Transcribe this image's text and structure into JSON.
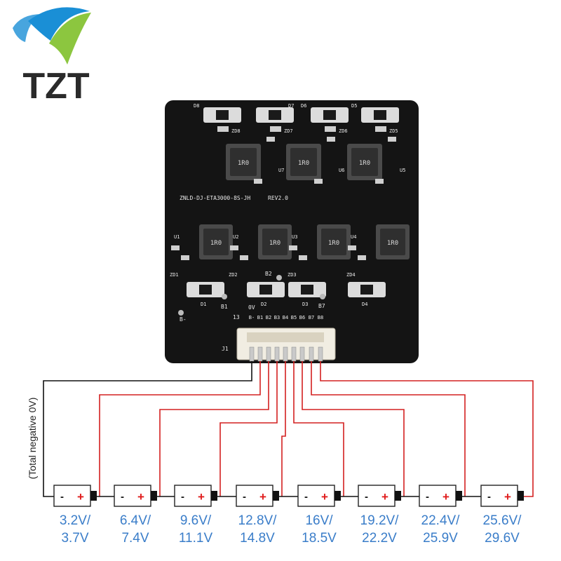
{
  "brand": {
    "name": "TZT"
  },
  "pcb": {
    "model": "ZNLD-DJ-ETA3000-8S-JH",
    "rev": "REV2.0",
    "inductor_marking": "1R0",
    "top_diodes": [
      "D8",
      "D7",
      "D6",
      "D5"
    ],
    "top_zeners": [
      "ZD8",
      "ZD7",
      "ZD6",
      "ZD5"
    ],
    "top_ics": [
      "U7",
      "U6",
      "U5"
    ],
    "mid_ics": [
      "U1",
      "U2",
      "U3",
      "U4"
    ],
    "mid_zeners": [
      "ZD1",
      "ZD2",
      "ZD3",
      "ZD4"
    ],
    "bottom_diodes": [
      "D1",
      "D2",
      "D3",
      "D4"
    ],
    "b1_label": "B1",
    "b2_label": "B2",
    "ov_label": "0V",
    "b7_label": "B7",
    "bminus_label": "B-",
    "connector_pin1": "13",
    "connector_pins": [
      "B-",
      "B1",
      "B2",
      "B3",
      "B4",
      "B5",
      "B6",
      "B7",
      "B8"
    ],
    "connector_ref": "J1"
  },
  "wiring": {
    "negative_label": "(Total negative 0V)",
    "colors": {
      "negative": "#111111",
      "positive": "#d42020"
    }
  },
  "batteries": [
    {
      "minus": "-",
      "plus": "+",
      "voltage_line1": "3.2V/",
      "voltage_line2": "3.7V"
    },
    {
      "minus": "-",
      "plus": "+",
      "voltage_line1": "6.4V/",
      "voltage_line2": "7.4V"
    },
    {
      "minus": "-",
      "plus": "+",
      "voltage_line1": "9.6V/",
      "voltage_line2": "11.1V"
    },
    {
      "minus": "-",
      "plus": "+",
      "voltage_line1": "12.8V/",
      "voltage_line2": "14.8V"
    },
    {
      "minus": "-",
      "plus": "+",
      "voltage_line1": "16V/",
      "voltage_line2": "18.5V"
    },
    {
      "minus": "-",
      "plus": "+",
      "voltage_line1": "19.2V/",
      "voltage_line2": "22.2V"
    },
    {
      "minus": "-",
      "plus": "+",
      "voltage_line1": "22.4V/",
      "voltage_line2": "25.9V"
    },
    {
      "minus": "-",
      "plus": "+",
      "voltage_line1": "25.6V/",
      "voltage_line2": "29.6V"
    }
  ]
}
